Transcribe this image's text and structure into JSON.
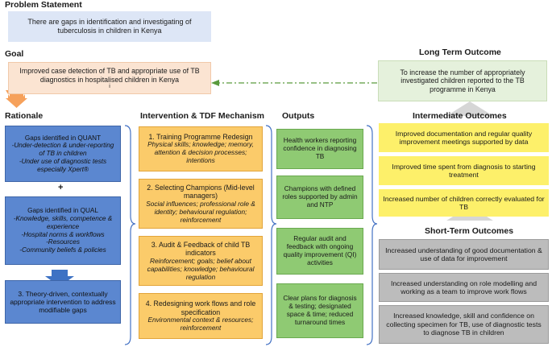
{
  "problem": {
    "title": "Problem Statement",
    "text": "There are gaps in identification and investigating of tuberculosis in children in Kenya"
  },
  "goal": {
    "title": "Goal",
    "text": "Improved case detection of TB and appropriate use of TB diagnostics in hospitalised children in Kenya",
    "marker": "i"
  },
  "long_term": {
    "title": "Long Term Outcome",
    "text": "To increase the number of appropriately investigated children reported to the TB programme in Kenya"
  },
  "rationale": {
    "title": "Rationale",
    "quant": {
      "heading": "Gaps identified in QUANT",
      "items": [
        "-Under-detection & under-reporting of TB in children",
        "-Under use of diagnostic tests especially Xpert®"
      ]
    },
    "plus": "+",
    "qual": {
      "heading": "Gaps identified in QUAL",
      "items": [
        "-Knowledge, skills, competence & experience",
        "-Hospital norms & workflows",
        "-Resources",
        "-Community beliefs & policies"
      ]
    },
    "theory": "3. Theory-driven, contextually appropriate intervention to address modifiable gaps"
  },
  "intervention": {
    "title": "Intervention & TDF Mechanism",
    "items": [
      {
        "heading": "1. Training Programme Redesign",
        "detail": "Physical skills; knowledge; memory, attention & decision processes; intentions"
      },
      {
        "heading": "2. Selecting Champions (Mid-level managers)",
        "detail": "Social influences; professional role & identity; behavioural regulation; reinforcement"
      },
      {
        "heading": "3. Audit & Feedback of child TB indicators",
        "detail": "Reinforcement; goals; belief about capabilities; knowledge; behavioural regulation"
      },
      {
        "heading": "4. Redesigning work flows and role specification",
        "detail": "Environmental context & resources; reinforcement"
      }
    ]
  },
  "outputs": {
    "title": "Outputs",
    "items": [
      "Health workers reporting confidence in diagnosing TB",
      "Champions with defined roles supported by admin and NTP",
      "Regular audit and feedback with ongoing quality improvement (QI) activities",
      "Clear plans for diagnosis & testing; designated space & time; reduced turnaround times"
    ]
  },
  "intermediate": {
    "title": "Intermediate Outcomes",
    "items": [
      "Improved documentation and regular quality improvement meetings supported by data",
      "Improved time spent from diagnosis to starting treatment",
      "Increased number of children correctly evaluated for TB"
    ]
  },
  "short_term": {
    "title": "Short-Term Outcomes",
    "items": [
      "Increased understanding of good documentation & use of data for improvement",
      "Increased understanding on role modelling and working as a team to improve work flows",
      "Increased knowledge, skill and confidence on collecting specimen for TB, use of diagnostic tests to diagnose TB in children"
    ]
  },
  "colors": {
    "orange": "#fbcb6a",
    "green": "#8fca73",
    "yellow": "#fdf06a",
    "grey": "#bcbcbc",
    "blue": "#5b87d0",
    "arrow_green": "#5a9a3c"
  }
}
